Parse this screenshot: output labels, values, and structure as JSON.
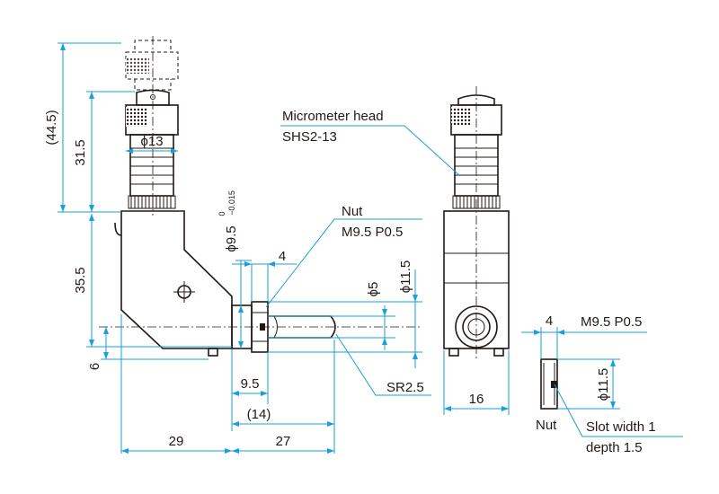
{
  "colors": {
    "line": "#231815",
    "dimension": "#1a9fd6",
    "background": "#ffffff"
  },
  "front_view": {
    "dim_overall_height": "(44.5)",
    "dim_head_height": "31.5",
    "dim_head_diameter": "ϕ13",
    "dim_bracket_height": "35.5",
    "dim_base_offset": "6",
    "dim_shaft_diameter": "ϕ9.5",
    "dim_shaft_tolerance_upper": "0",
    "dim_shaft_tolerance_lower": "−0.015",
    "dim_nut_width": "4",
    "dim_tip_diameter": "ϕ5",
    "dim_nut_diameter": "ϕ11.5",
    "dim_nut_position": "9.5",
    "dim_shaft_length": "(14)",
    "dim_body_width": "29",
    "dim_travel": "27",
    "nut_label": "Nut",
    "nut_spec": "M9.5 P0.5",
    "tip_radius": "SR2.5"
  },
  "side_view": {
    "head_label": "Micrometer head",
    "head_model": "SHS2-13",
    "dim_width": "16"
  },
  "nut_view": {
    "dim_thickness": "4",
    "thread_spec": "M9.5 P0.5",
    "dim_diameter": "ϕ11.5",
    "part_label": "Nut",
    "slot_label": "Slot width 1",
    "slot_depth": "depth 1.5"
  }
}
